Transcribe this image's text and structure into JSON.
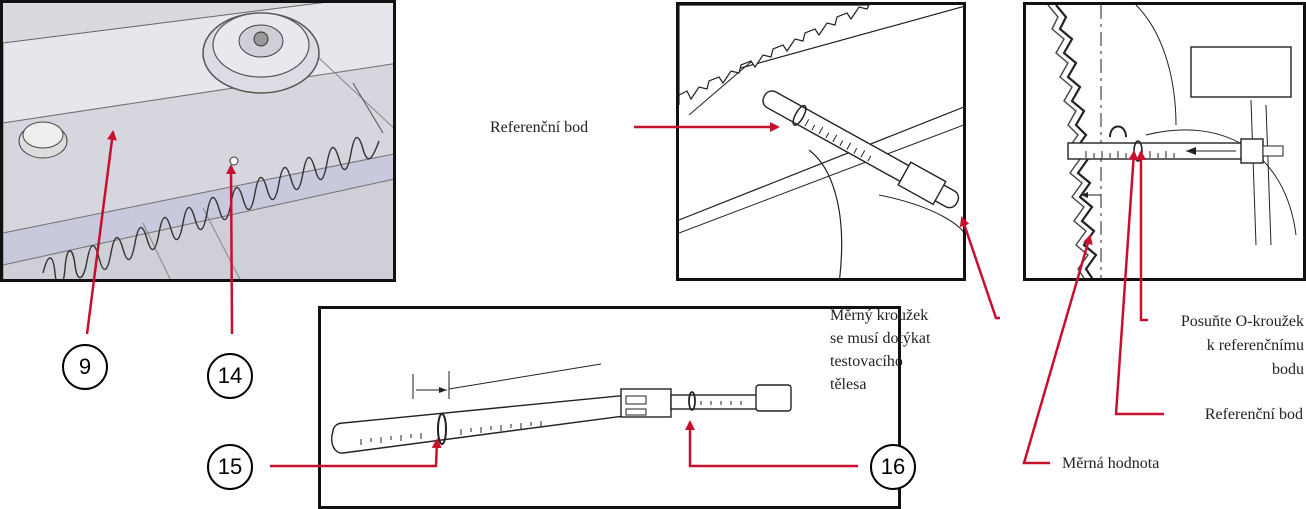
{
  "colors": {
    "accent": "#c8102e",
    "outline": "#111111",
    "panel_gray": "#d9d9e0",
    "spring_blue": "#a9a9cf"
  },
  "callouts": [
    "9",
    "14",
    "15",
    "16"
  ],
  "labels": {
    "reference_point_mid": "Referenční bod",
    "ring_touch": [
      "Měrný kroužek",
      "se musí dotýkat",
      "testovacího",
      "tělesa"
    ],
    "move_oring": [
      "Posuňte O-kroužek",
      "k referenčnímu",
      "bodu"
    ],
    "reference_point_right": "Referenční bod",
    "measured_value": "Měrná hodnota"
  }
}
